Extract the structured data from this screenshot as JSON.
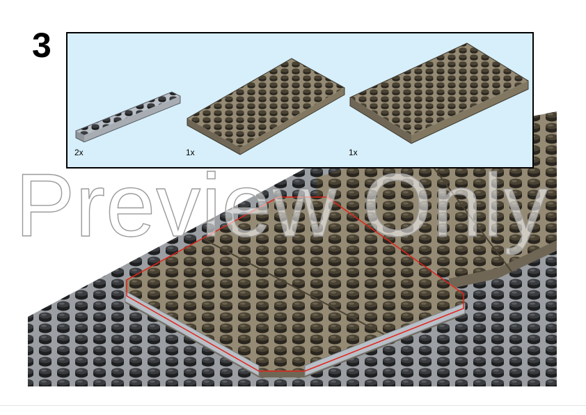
{
  "step": {
    "number": "3"
  },
  "parts": [
    {
      "name": "light bluish gray plate 1x8",
      "quantity": "2x",
      "color": "#b9bfc6"
    },
    {
      "name": "dark tan plate 4x8",
      "quantity": "1x",
      "color": "#958a73"
    },
    {
      "name": "dark tan plate 6x8",
      "quantity": "1x",
      "color": "#958a73"
    }
  ],
  "watermark": {
    "text": "Preview Only"
  },
  "colors": {
    "baseplate": "#9b9fa3",
    "dark_tan": "#958a73",
    "light_bluish_gray": "#b9bfc6",
    "highlight_outline": "#e2231a",
    "parts_background": "#d6effb"
  },
  "icons": [
    "lego-baseplate-icon",
    "lego-plate-icon"
  ]
}
